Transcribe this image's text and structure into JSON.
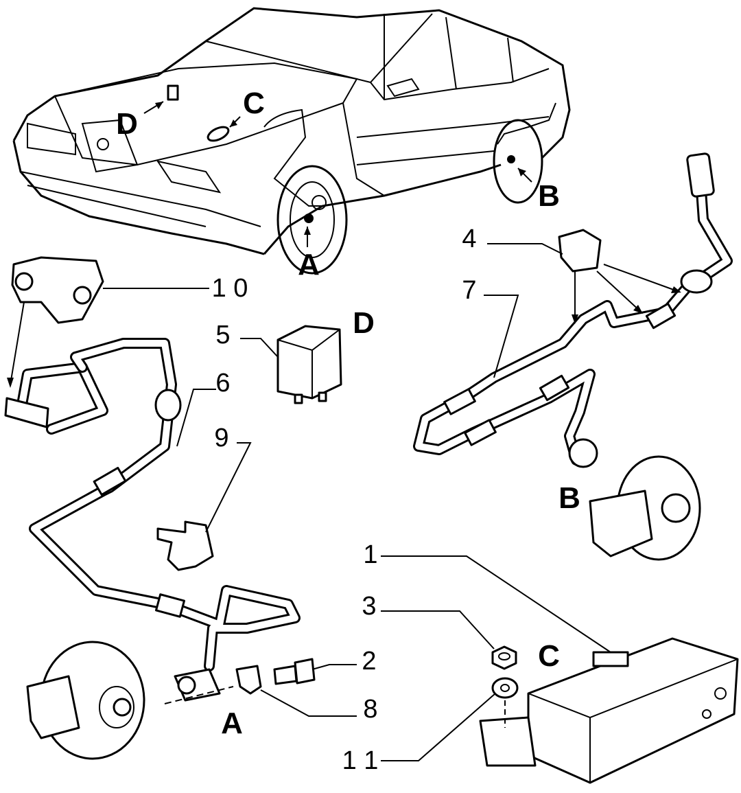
{
  "diagram": {
    "callouts": [
      {
        "id": "1",
        "text": "1"
      },
      {
        "id": "2",
        "text": "2"
      },
      {
        "id": "3",
        "text": "3"
      },
      {
        "id": "4",
        "text": "4"
      },
      {
        "id": "5",
        "text": "5"
      },
      {
        "id": "6",
        "text": "6"
      },
      {
        "id": "7",
        "text": "7"
      },
      {
        "id": "8",
        "text": "8"
      },
      {
        "id": "9",
        "text": "9"
      },
      {
        "id": "10",
        "text": "1 0"
      },
      {
        "id": "11",
        "text": "1 1"
      }
    ],
    "detail_letters": {
      "car_A": "A",
      "car_B": "B",
      "car_C": "C",
      "car_D": "D",
      "relay_D": "D",
      "rear_B": "B",
      "front_A": "A",
      "unit_C": "C"
    }
  }
}
